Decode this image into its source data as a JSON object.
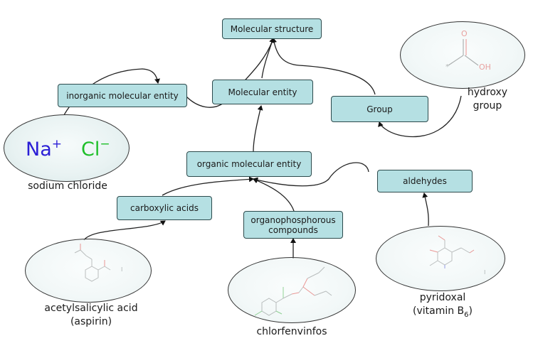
{
  "nodes": {
    "molecular_structure": "Molecular structure",
    "molecular_entity": "Molecular entity",
    "inorganic_molecular_entity": "inorganic molecular entity",
    "group": "Group",
    "organic_molecular_entity": "organic molecular entity",
    "aldehydes": "aldehydes",
    "carboxylic_acids": "carboxylic acids",
    "organophosphorous_line1": "organophosphorous",
    "organophosphorous_line2": "compounds"
  },
  "examples": {
    "sodium_chloride": {
      "label": "sodium chloride",
      "cation": "Na",
      "cation_charge": "+",
      "anion": "Cl",
      "anion_charge": "−",
      "cation_color": "#2b1fd6",
      "anion_color": "#1fbf2a"
    },
    "hydroxy": {
      "label_line1": "hydroxy",
      "label_line2": "group",
      "atom_o": "O",
      "atom_oh": "OH",
      "star": "*"
    },
    "aspirin": {
      "label_line1": "acetylsalicylic acid",
      "label_line2": "(aspirin)"
    },
    "chlorfenvinfos": {
      "label": "chlorfenvinfos"
    },
    "pyridoxal": {
      "label_line1": "pyridoxal",
      "label_line2_prefix": "(vitamin B",
      "label_line2_sub": "6",
      "label_line2_suffix": ")"
    }
  },
  "colors": {
    "node_fill": "#b5e0e3",
    "node_border": "#2c4a4c",
    "oxygen": "#e0201b",
    "nitrogen": "#2a2fd0",
    "chlorine": "#1fa81f"
  }
}
